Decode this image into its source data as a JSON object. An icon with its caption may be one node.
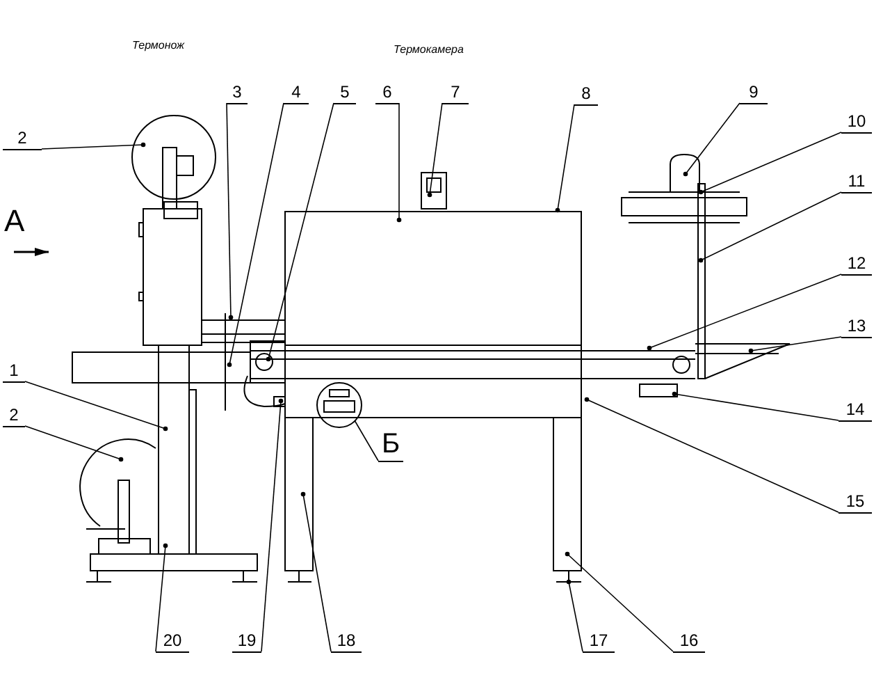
{
  "diagram": {
    "nodes": [
      {
        "text": [
          "2"
        ]
      },
      {
        "text": [
          "3"
        ]
      },
      {
        "text": [
          "4"
        ]
      },
      {
        "text": [
          "5"
        ]
      },
      {
        "text": [
          "6"
        ]
      },
      {
        "text": [
          "7"
        ]
      },
      {
        "text": [
          "8"
        ]
      },
      {
        "text": [
          "9"
        ]
      },
      {
        "text": [
          "10"
        ]
      },
      {
        "text": [
          "11"
        ]
      },
      {
        "text": [
          "12"
        ]
      },
      {
        "text": [
          "13"
        ]
      },
      {
        "text": [
          "1"
        ]
      },
      {
        "text": [
          "14"
        ]
      },
      {
        "text": [
          "2"
        ]
      },
      {
        "text": [
          "Б"
        ]
      },
      {
        "text": [
          "15"
        ]
      },
      {
        "text": [
          "20"
        ]
      },
      {
        "text": [
          "19"
        ]
      },
      {
        "text": [
          "18"
        ]
      },
      {
        "text": [
          "17"
        ]
      },
      {
        "text": [
          "16"
        ]
      }
    ],
    "edges": [
      {
        "from": 0,
        "to": null,
        "arrow": "other"
      },
      {
        "from": 1,
        "to": null,
        "arrow": "other"
      },
      {
        "from": 2,
        "to": null,
        "arrow": "other"
      },
      {
        "from": 3,
        "to": null,
        "arrow": "other"
      },
      {
        "from": 4,
        "to": null,
        "arrow": "other"
      },
      {
        "from": 5,
        "to": null,
        "arrow": "other"
      },
      {
        "from": 6,
        "to": null,
        "arrow": "other"
      },
      {
        "from": 7,
        "to": null,
        "arrow": "other"
      },
      {
        "from": 8,
        "to": null,
        "arrow": "other"
      },
      {
        "from": 9,
        "to": null,
        "arrow": "other"
      },
      {
        "from": 10,
        "to": null,
        "arrow": "other"
      },
      {
        "from": 11,
        "to": null,
        "arrow": "other"
      },
      {
        "from": 12,
        "to": null,
        "arrow": "other"
      },
      {
        "from": 13,
        "to": null,
        "arrow": "other"
      },
      {
        "from": 14,
        "to": null,
        "arrow": "other"
      },
      {
        "from": 15,
        "to": null,
        "arrow": "none"
      },
      {
        "from": 16,
        "to": null,
        "arrow": "other"
      },
      {
        "from": 17,
        "to": null,
        "arrow": "other"
      },
      {
        "from": 18,
        "to": null,
        "arrow": "other"
      },
      {
        "from": 19,
        "to": null,
        "arrow": "other"
      },
      {
        "from": 20,
        "to": null,
        "arrow": "other"
      },
      {
        "from": 21,
        "to": null,
        "arrow": "other"
      }
    ],
    "labels": [
      "Термонож",
      "Термокамера",
      "А"
    ]
  }
}
